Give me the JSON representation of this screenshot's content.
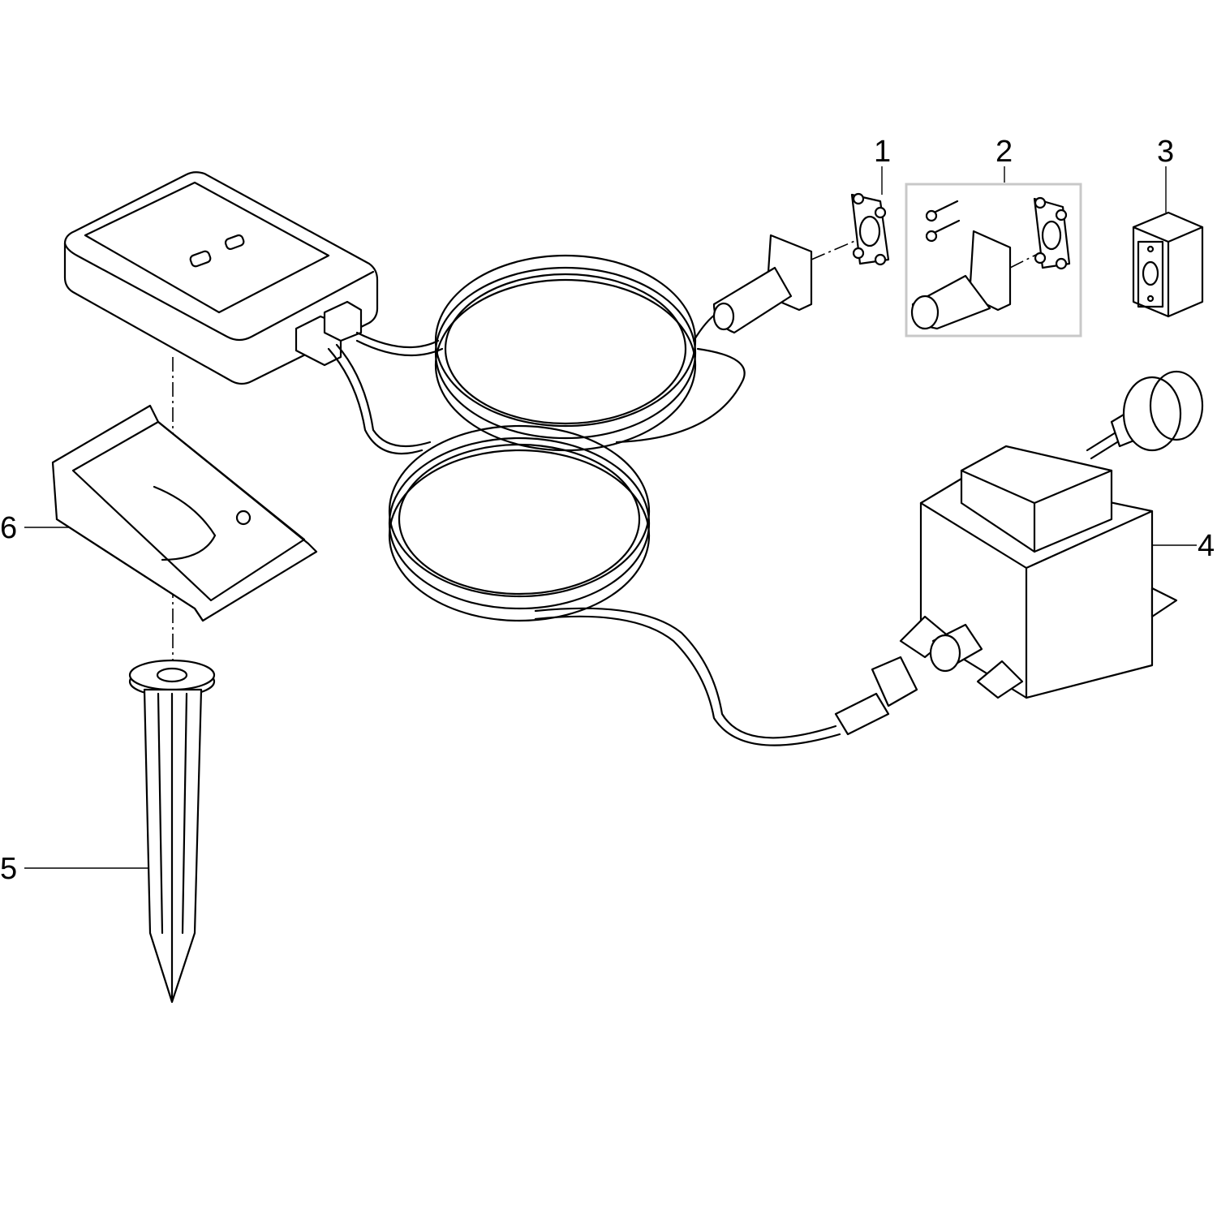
{
  "diagram": {
    "type": "exploded parts diagram",
    "callouts": [
      {
        "number": "1"
      },
      {
        "number": "2"
      },
      {
        "number": "3"
      },
      {
        "number": "4"
      },
      {
        "number": "5"
      },
      {
        "number": "6"
      }
    ],
    "colors": {
      "line": "#000000",
      "background": "#ffffff",
      "group_box": "#c8c8c8"
    }
  }
}
